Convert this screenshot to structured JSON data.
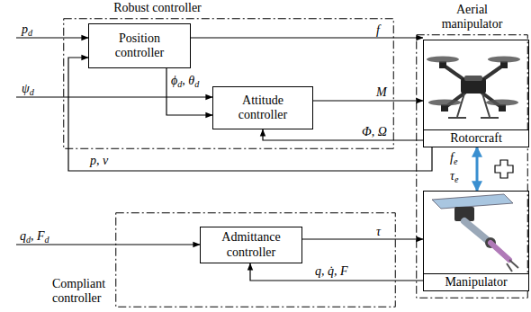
{
  "diagram": {
    "nodes": [
      {
        "text": [
          "Robust controller"
        ]
      },
      {
        "text": [
          "Position controller"
        ],
        "in": 0
      },
      {
        "text": [
          "Attitude controller"
        ],
        "in": 0
      },
      {
        "text": [
          "Aerial manipulator"
        ]
      },
      {
        "text": [
          "Rotorcraft"
        ],
        "in": 3
      },
      {
        "text": [
          "Manipulator"
        ],
        "in": 3
      },
      {
        "text": [
          "Compliant controller"
        ]
      },
      {
        "text": [
          "Admittance controller"
        ],
        "in": 6
      }
    ],
    "edges": [
      {
        "from": 1,
        "to": 4,
        "label": "f",
        "arrow": "to"
      },
      {
        "from": 1,
        "to": 2,
        "label": "ϕd, θd",
        "arrow": "to"
      },
      {
        "from": 2,
        "to": 4,
        "label": "M",
        "arrow": "to"
      },
      {
        "from": 4,
        "to": 2,
        "label": "Φ, Ω",
        "arrow": "to"
      },
      {
        "from": 4,
        "to": 1,
        "label": "p, v",
        "arrow": "to"
      },
      {
        "from": 7,
        "to": 5,
        "label": "τ",
        "arrow": "to"
      },
      {
        "from": 5,
        "to": 7,
        "label": "q, q̇, F",
        "arrow": "to"
      },
      {
        "from": 4,
        "to": 5,
        "arrow": "both"
      }
    ],
    "labels": [
      "pd",
      "ψd",
      "qd, Fd",
      "fe",
      "τe"
    ]
  }
}
